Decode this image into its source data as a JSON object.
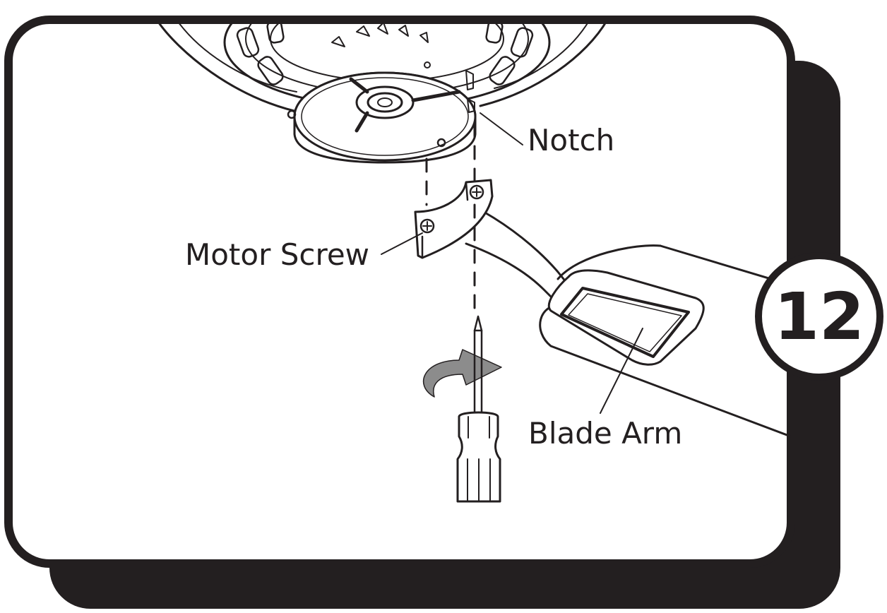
{
  "step": {
    "number": "12"
  },
  "labels": {
    "notch": "Notch",
    "motor_screw": "Motor Screw",
    "blade_arm": "Blade Arm"
  },
  "icons": {
    "motor": "fan-motor-housing",
    "blade_arm": "blade-arm-bracket",
    "screwdriver": "screwdriver-icon",
    "rotate": "clockwise-arrow-icon"
  },
  "colors": {
    "ink": "#231f20",
    "background": "#ffffff",
    "arrow_gray": "#8c8c8c"
  }
}
